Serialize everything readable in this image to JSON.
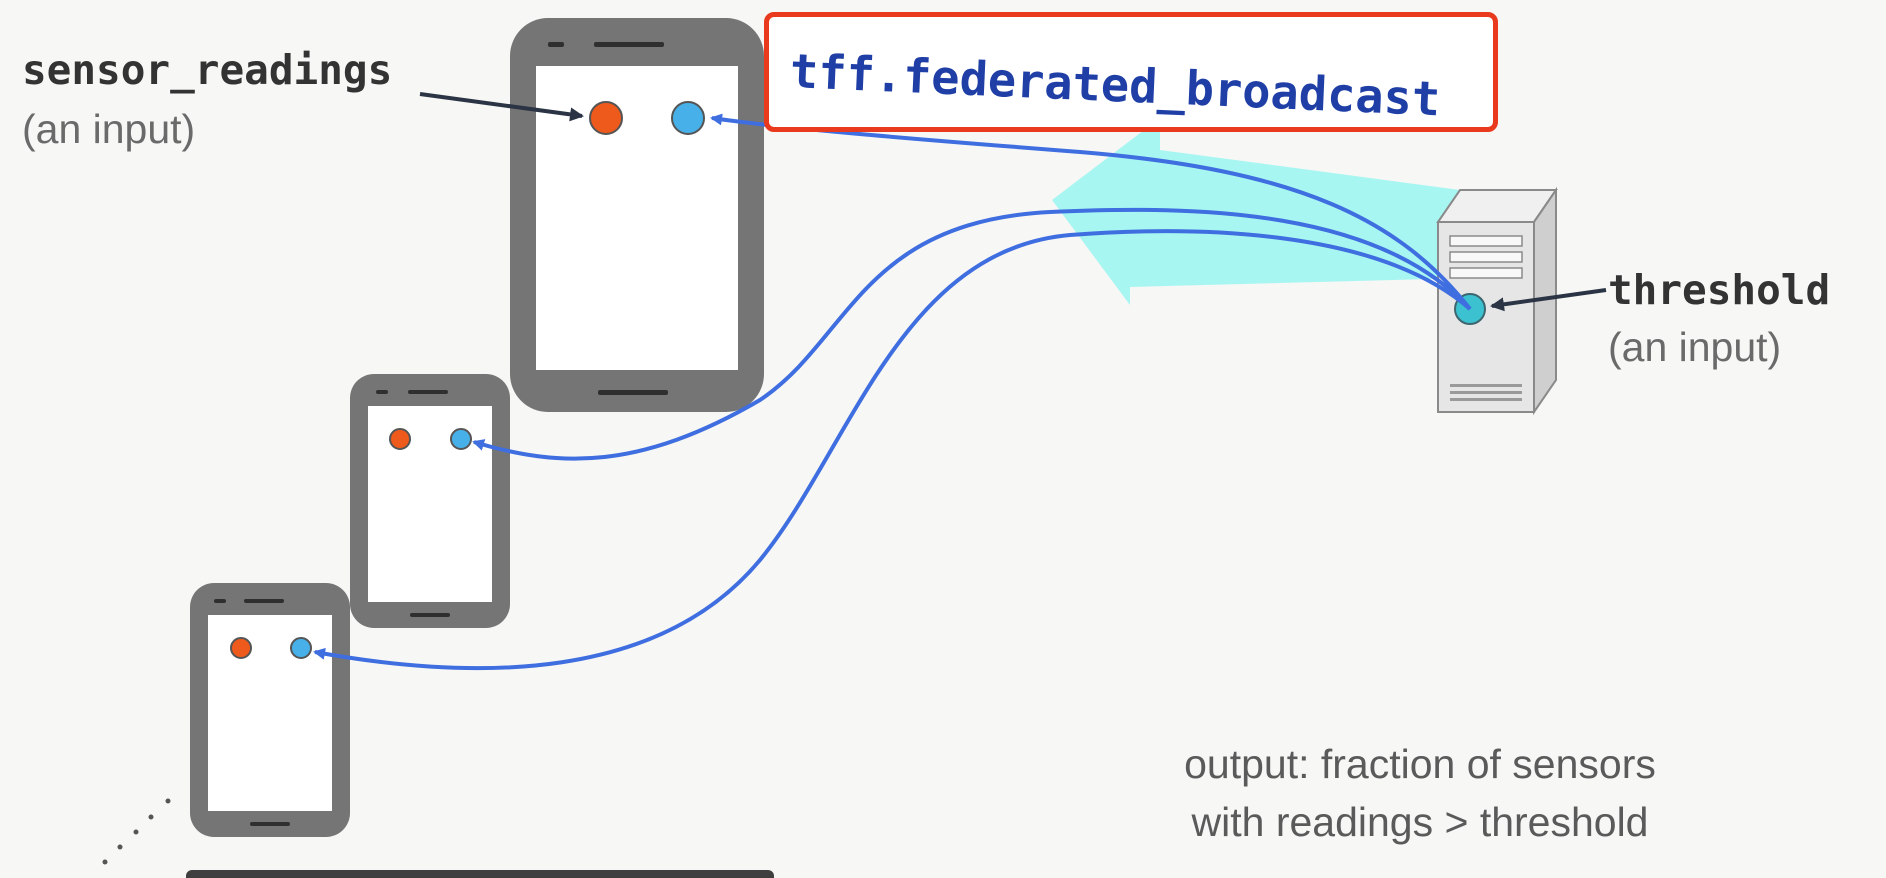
{
  "labels": {
    "sensor_title": "sensor_readings",
    "sensor_sub": "(an input)",
    "threshold_title": "threshold",
    "threshold_sub": "(an input)",
    "broadcast": "tff.federated_broadcast",
    "output_line1": "output: fraction of sensors",
    "output_line2": "with readings > threshold"
  },
  "colors": {
    "phone_body": "#757575",
    "phone_screen": "#ffffff",
    "sensor_dot": "#ee5a1c",
    "value_dot": "#47b0e8",
    "broadcast_arrow": "#3f6ee0",
    "big_arrow": "#9ff5f2",
    "highlight_box": "#ea3a1e",
    "label_dark": "#333333",
    "label_gray": "#6a6a6a"
  },
  "icons": {
    "server": "server-tower-icon",
    "phone": "smartphone-icon"
  }
}
